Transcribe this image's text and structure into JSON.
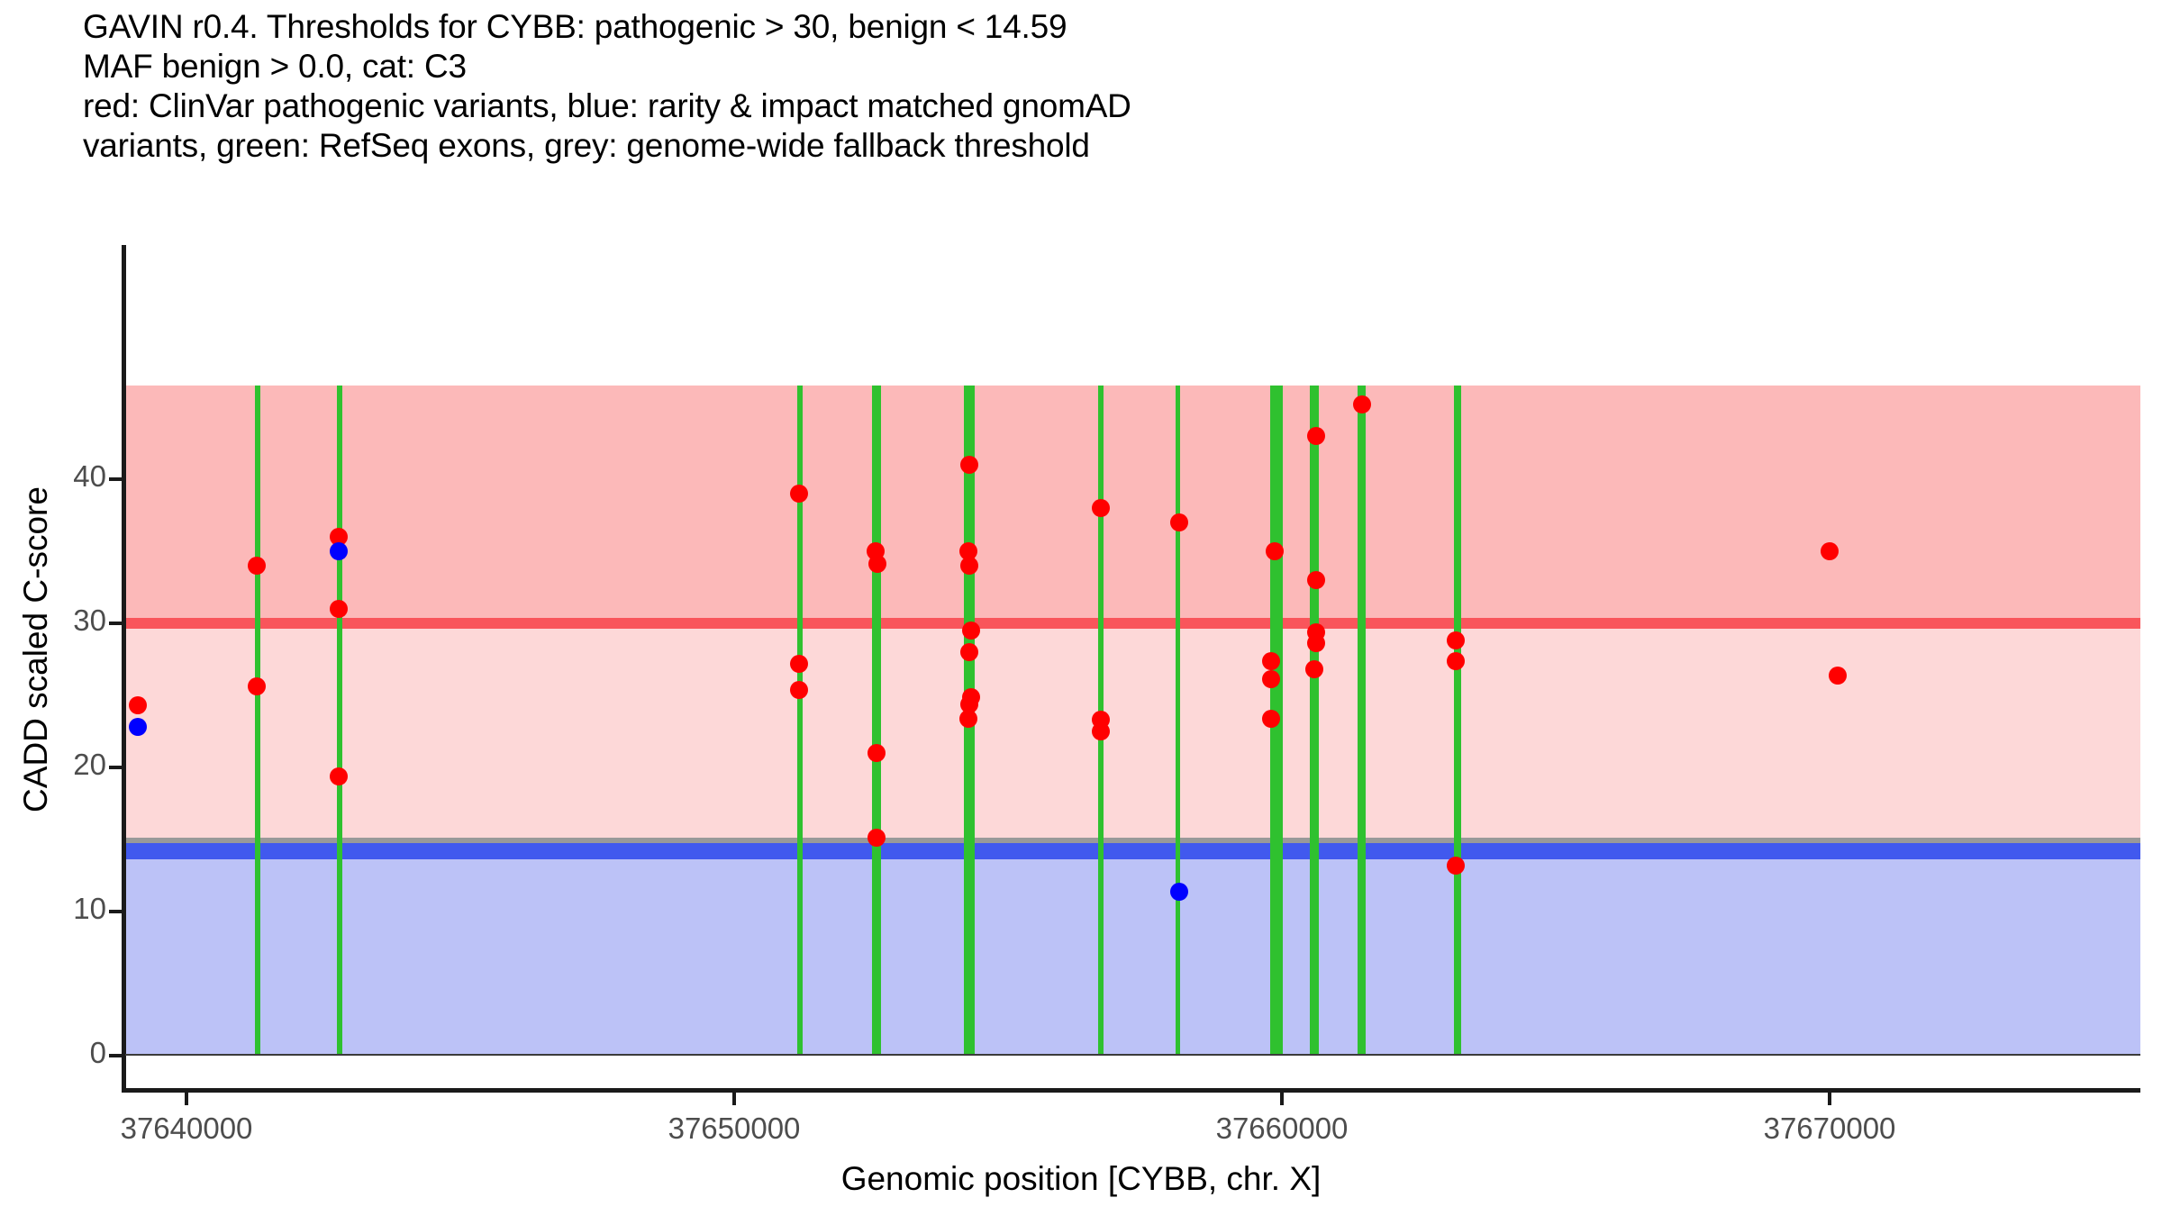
{
  "title_lines": [
    "GAVIN r0.4. Thresholds for CYBB: pathogenic > 30, benign < 14.59",
    "MAF benign > 0.0, cat: C3",
    "red: ClinVar pathogenic variants, blue: rarity & impact matched gnomAD",
    "variants, green: RefSeq exons, grey: genome-wide fallback threshold"
  ],
  "colors": {
    "pathogenic_region": "#FCB9B9",
    "pathogenic_threshold_line": "#F9555B",
    "intermediate_region": "#FDD8D8",
    "fallback_threshold_line": "#999999",
    "benign_threshold_line": "#4159EE",
    "benign_region": "#BCC2F7",
    "exon": "#2FC12F",
    "clinvar_point": "#FF0000",
    "gnomad_point": "#0000FF",
    "axis": "#1a1a1a",
    "tick_label": "#4d4d4d"
  },
  "chart_data": {
    "type": "scatter",
    "title": "GAVIN r0.4. Thresholds for CYBB: pathogenic > 30, benign < 14.59",
    "xlabel": "Genomic position [CYBB, chr. X]",
    "ylabel": "CADD scaled C-score",
    "xlim": [
      37637500,
      37671800
    ],
    "ylim": [
      0,
      46.5
    ],
    "xticks": [
      37640000,
      37650000,
      37660000,
      37670000
    ],
    "xtick_labels": [
      "37640000",
      "37650000",
      "37660000",
      "37670000"
    ],
    "yticks": [
      0,
      10,
      20,
      30,
      40
    ],
    "ytick_labels": [
      "0",
      "10",
      "20",
      "30",
      "40"
    ],
    "grid": false,
    "legend": "inline-in-title",
    "thresholds": {
      "pathogenic": 30.0,
      "benign": 14.59,
      "genome_wide_fallback": 15.0
    },
    "regions": [
      {
        "name": "pathogenic",
        "color": "#FCB9B9",
        "from": 30.35,
        "to": 46.5
      },
      {
        "name": "pathogenic-threshold",
        "color": "#F9555B",
        "from": 29.6,
        "to": 30.35
      },
      {
        "name": "intermediate",
        "color": "#FDD8D8",
        "from": 15.1,
        "to": 29.6
      },
      {
        "name": "fallback-threshold",
        "color": "#999999",
        "from": 14.75,
        "to": 15.1
      },
      {
        "name": "benign-threshold",
        "color": "#4159EE",
        "from": 13.6,
        "to": 14.75
      },
      {
        "name": "benign",
        "color": "#BCC2F7",
        "from": 0.0,
        "to": 13.6
      }
    ],
    "exons": [
      {
        "x": 37641300,
        "width": 6
      },
      {
        "x": 37642800,
        "width": 6
      },
      {
        "x": 37651200,
        "width": 6
      },
      {
        "x": 37652600,
        "width": 10
      },
      {
        "x": 37654300,
        "width": 12
      },
      {
        "x": 37656700,
        "width": 6
      },
      {
        "x": 37658100,
        "width": 5
      },
      {
        "x": 37659900,
        "width": 14
      },
      {
        "x": 37660600,
        "width": 10
      },
      {
        "x": 37661450,
        "width": 9
      },
      {
        "x": 37663200,
        "width": 8
      }
    ],
    "series": [
      {
        "name": "ClinVar pathogenic variants",
        "color": "#FF0000",
        "points": [
          {
            "x": 37639120,
            "y": 24.3
          },
          {
            "x": 37641290,
            "y": 34.0
          },
          {
            "x": 37641290,
            "y": 25.6
          },
          {
            "x": 37642780,
            "y": 36.0
          },
          {
            "x": 37642780,
            "y": 31.0
          },
          {
            "x": 37642780,
            "y": 19.4
          },
          {
            "x": 37651190,
            "y": 39.0
          },
          {
            "x": 37651190,
            "y": 27.2
          },
          {
            "x": 37651190,
            "y": 25.4
          },
          {
            "x": 37652580,
            "y": 35.0
          },
          {
            "x": 37652620,
            "y": 34.1
          },
          {
            "x": 37652600,
            "y": 21.0
          },
          {
            "x": 37652600,
            "y": 15.1
          },
          {
            "x": 37654300,
            "y": 41.0
          },
          {
            "x": 37654280,
            "y": 35.0
          },
          {
            "x": 37654300,
            "y": 34.0
          },
          {
            "x": 37654330,
            "y": 29.5
          },
          {
            "x": 37654300,
            "y": 28.0
          },
          {
            "x": 37654320,
            "y": 24.9
          },
          {
            "x": 37654290,
            "y": 24.4
          },
          {
            "x": 37654280,
            "y": 23.4
          },
          {
            "x": 37656700,
            "y": 38.0
          },
          {
            "x": 37656700,
            "y": 23.3
          },
          {
            "x": 37656700,
            "y": 22.5
          },
          {
            "x": 37658120,
            "y": 37.0
          },
          {
            "x": 37659870,
            "y": 35.0
          },
          {
            "x": 37659800,
            "y": 27.4
          },
          {
            "x": 37659800,
            "y": 26.1
          },
          {
            "x": 37659800,
            "y": 23.4
          },
          {
            "x": 37660620,
            "y": 43.0
          },
          {
            "x": 37660620,
            "y": 33.0
          },
          {
            "x": 37660620,
            "y": 29.4
          },
          {
            "x": 37660620,
            "y": 28.6
          },
          {
            "x": 37660600,
            "y": 26.8
          },
          {
            "x": 37661470,
            "y": 45.2
          },
          {
            "x": 37663180,
            "y": 28.8
          },
          {
            "x": 37663180,
            "y": 27.4
          },
          {
            "x": 37663180,
            "y": 13.2
          },
          {
            "x": 37670000,
            "y": 35.0
          },
          {
            "x": 37670150,
            "y": 26.4
          }
        ]
      },
      {
        "name": "rarity & impact matched gnomAD variants",
        "color": "#0000FF",
        "points": [
          {
            "x": 37639120,
            "y": 22.8
          },
          {
            "x": 37642780,
            "y": 35.0
          },
          {
            "x": 37658130,
            "y": 11.4
          }
        ]
      }
    ]
  }
}
